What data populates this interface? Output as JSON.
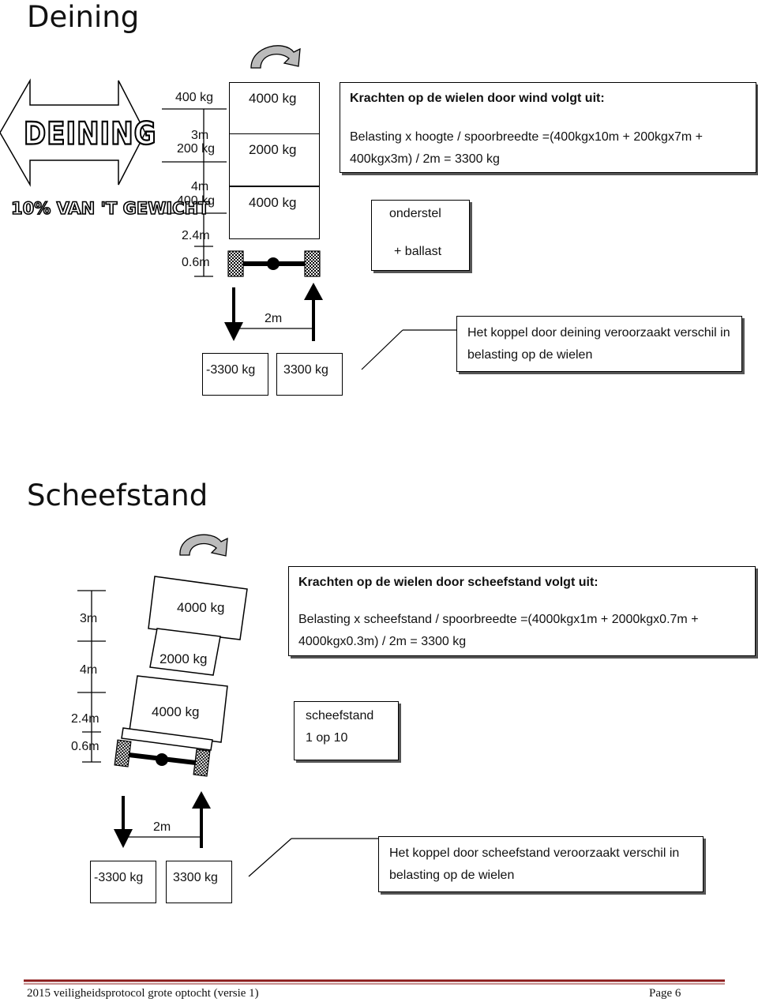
{
  "deining": {
    "title": "Deining",
    "banner_text": "DEINING",
    "banner_subtext": "10% VAN 'T GEWICHT",
    "dim_labels": [
      "3m",
      "4m",
      "2.4m",
      "0.6m"
    ],
    "force_labels": [
      "400 kg",
      "200 kg",
      "400 kg"
    ],
    "block_labels": [
      "4000 kg",
      "2000 kg",
      "4000 kg"
    ],
    "forces_title": "Krachten op de wielen door wind volgt uit:",
    "forces_formula": "Belasting x hoogte / spoorbreedte =(400kgx10m + 200kgx7m + 400kgx3m) / 2m = 3300 kg",
    "chassis_label_1": "onderstel",
    "chassis_label_2": "+ ballast",
    "track_label": "2m",
    "left_load": "-3300 kg",
    "right_load": "3300 kg",
    "note": "Het koppel door deining veroorzaakt verschil in belasting op de wielen"
  },
  "scheefstand": {
    "title": "Scheefstand",
    "dim_labels": [
      "3m",
      "4m",
      "2.4m",
      "0.6m"
    ],
    "block_labels": [
      "4000 kg",
      "2000 kg",
      "4000 kg"
    ],
    "forces_title": "Krachten op de wielen door scheefstand volgt uit:",
    "forces_formula": "Belasting x scheefstand / spoorbreedte =(4000kgx1m + 2000kgx0.7m + 4000kgx0.3m) / 2m = 3300 kg",
    "tilt_label_1": "scheefstand",
    "tilt_label_2": "1 op 10",
    "track_label": "2m",
    "left_load": "-3300 kg",
    "right_load": "3300 kg",
    "note": "Het koppel door scheefstand veroorzaakt verschil in belasting op de wielen"
  },
  "footer": {
    "text": "2015  veiligheidsprotocol grote optocht (versie 1)",
    "page": "Page 6"
  },
  "colors": {
    "line": "#000000",
    "rule_red": "#8b1a1a",
    "shadow": "#555555"
  }
}
